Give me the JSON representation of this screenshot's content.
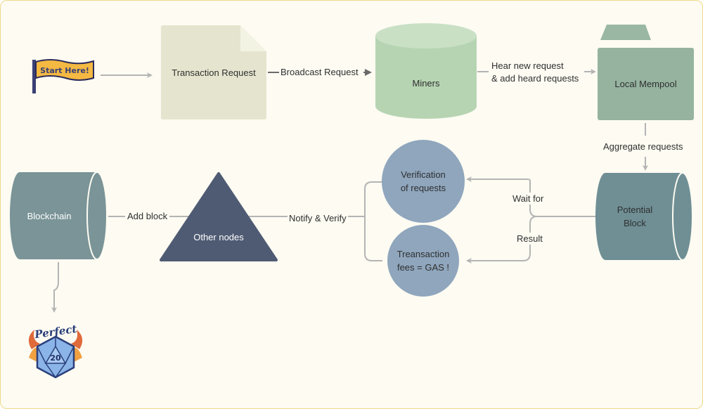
{
  "colors": {
    "background": "#fdfbf2",
    "border": "#efd98a",
    "connector": "#b4b4b4",
    "document": "#e5e5cf",
    "miners": "#b6d4b2",
    "mempool": "#95b39f",
    "potential_block": "#6f8f95",
    "circles": "#8fa6bd",
    "triangle": "#4f5b73",
    "blockchain": "#7a9497"
  },
  "start_badge": {
    "text": "Start Here!",
    "icon": "flag-icon"
  },
  "perfect_badge": {
    "text": "Perfect",
    "die_number": "20",
    "icon": "d20-die-icon"
  },
  "nodes": {
    "transaction_request": "Transaction Request",
    "miners": "Miners",
    "local_mempool": "Local Mempool",
    "potential_block": "Potential\nBlock",
    "verification": "Verification\nof requests",
    "fees": "Treansaction\nfees = GAS !",
    "other_nodes": "Other nodes",
    "blockchain": "Blockchain"
  },
  "edges": {
    "broadcast": "Broadcast Request",
    "hear": "Hear new request\n& add heard requests",
    "aggregate": "Aggregate requests",
    "wait_for": "Wait for",
    "result": "Result",
    "notify": "Notify & Verify",
    "add_block": "Add block"
  }
}
